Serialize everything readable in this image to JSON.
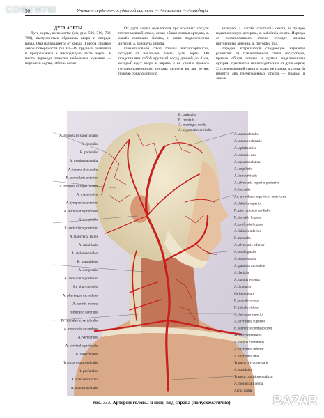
{
  "header": {
    "brand": "СОФТИУМ",
    "page_number": "50",
    "running_head": "Учение о сердечно-сосудистой системе — Ангиология — Angiologia"
  },
  "col1": {
    "title": "ДУГА АОРТЫ",
    "p1": "Дуга аорты, arcus aortae (см. рис. 596, 716, 732, 760), выпуклостью обращена вверх и спереди назад. Она направляется от хряща II ребра справа к левой поверхности тел III—IV грудных позвонков и продолжается в нисходящую часть аорты. В месте перехода заметно небольшое сужение — перешеек аорты, isthmus aortae."
  },
  "col2": {
    "p1": "От дуги аорты отделяются три крупных сосуда: плечеголовной ствол, левая общая сонная артерия, a. carotis communis sinistra, и левая подключичная артерия, a. subclavia sinistra.",
    "p2": "Плечеголовной ствол, truncus brachiocephalicus, отходит от начальной части дуги аорты. Он представляет собой крупный сосуд длиной до 4 см, который идет вверх и вправо и на уровне правого грудино-ключичного сустава делится на две ветви: правую общую сонную"
  },
  "col3": {
    "p1": "артерию, a. carotis communis dextra, и правую подключичную артерию, a. subclavia dextra. Изредка от плечеголовного ствола отходит низшая щитовидная артерия, a. thyroidea ima.",
    "p2": "Изредка встречаются следующие варианты развития: 1) плечеголовной ствол отсутствует, правые общая сонная и правая подключичная артерии отделяются непосредственно от дуги аорты; 2) плечеголовной ствол отходит не справа, а слева; 3) имеется два плечеголовных ствола — правый и левый."
  },
  "figure": {
    "caption": "Рис. 733. Артерии головы и шеи; вид справа (полусхематично).",
    "labels_left": [
      "A. temporalis superficialis",
      "R. frontalis",
      "R. parietalis",
      "A. meningea media",
      "A. temporalis media",
      "R. auricularis anterior",
      "A. temporalis superficialis",
      "A. masseterica",
      "A. tympanica anterior",
      "A. auricularis profunda",
      "R. occipitalis",
      "R. auricularis posterior",
      "A. transversa faciei",
      "A. maxillaris",
      "A. stylomastoidea",
      "R. mastoideus",
      "A. occipitalis",
      "A. auricularis posterior",
      "Rr. pharyngeales",
      "A. pharyngea ascendens",
      "A. carotis interna",
      "Bifurcatio carotidis",
      "Rr. spinales a. vertebralis",
      "A. cervicalis ascendens",
      "A. vertebralis",
      "A. cervicalis profunda",
      "R. superficialis",
      "Truncus costocervicalis",
      "R. profundus",
      "A. transversa colli",
      "A. suprascapularis"
    ],
    "labels_top": [
      "R. parietalis",
      "R. frontalis",
      "A. meningea media",
      "A. zygomaticoorbitalis"
    ],
    "labels_right": [
      "A. supraorbitalis",
      "A. supratrochlearis",
      "A. ophthalmica",
      "A. dorsalis nasi",
      "A. sphenopalatina",
      "A. angularis",
      "A. infraorbitalis",
      "A. alveolaris superior posterior",
      "A. buccalis",
      "Aa. alveolares superiores anteriores",
      "A. labialis superior",
      "R. pterygoideus medialis",
      "R. dorsalis linguae",
      "A. profunda linguae",
      "A. labialis inferior",
      "R. mentalis",
      "A. alveolaris inferior",
      "A. sublingualis",
      "A. submentalis",
      "A. palatina ascendens",
      "A. facialis",
      "A. carotis externa",
      "A. lingualis",
      "Os hyoideum",
      "R. suprahyoideus",
      "R. infrahyoideus",
      "A. laryngea superior",
      "A. thyroidea superior",
      "R. sternocleidomastoideus",
      "M. cricothyroideus",
      "A. carotis communis",
      "A. thyroidea inferior",
      "A. thyroidea ima",
      "Truncus thyrocervicalis",
      "A. subclavia",
      "Truncus brachiocephalicus",
      "A. thoracica interna",
      "Arcus aortae"
    ]
  },
  "watermark": "BAZAR",
  "colors": {
    "artery": "#c81e1e",
    "skin": "#e9c9a0",
    "bone": "#e6dcc4",
    "muscle": "#b8563f",
    "background_shade": "#d9d4e0"
  }
}
